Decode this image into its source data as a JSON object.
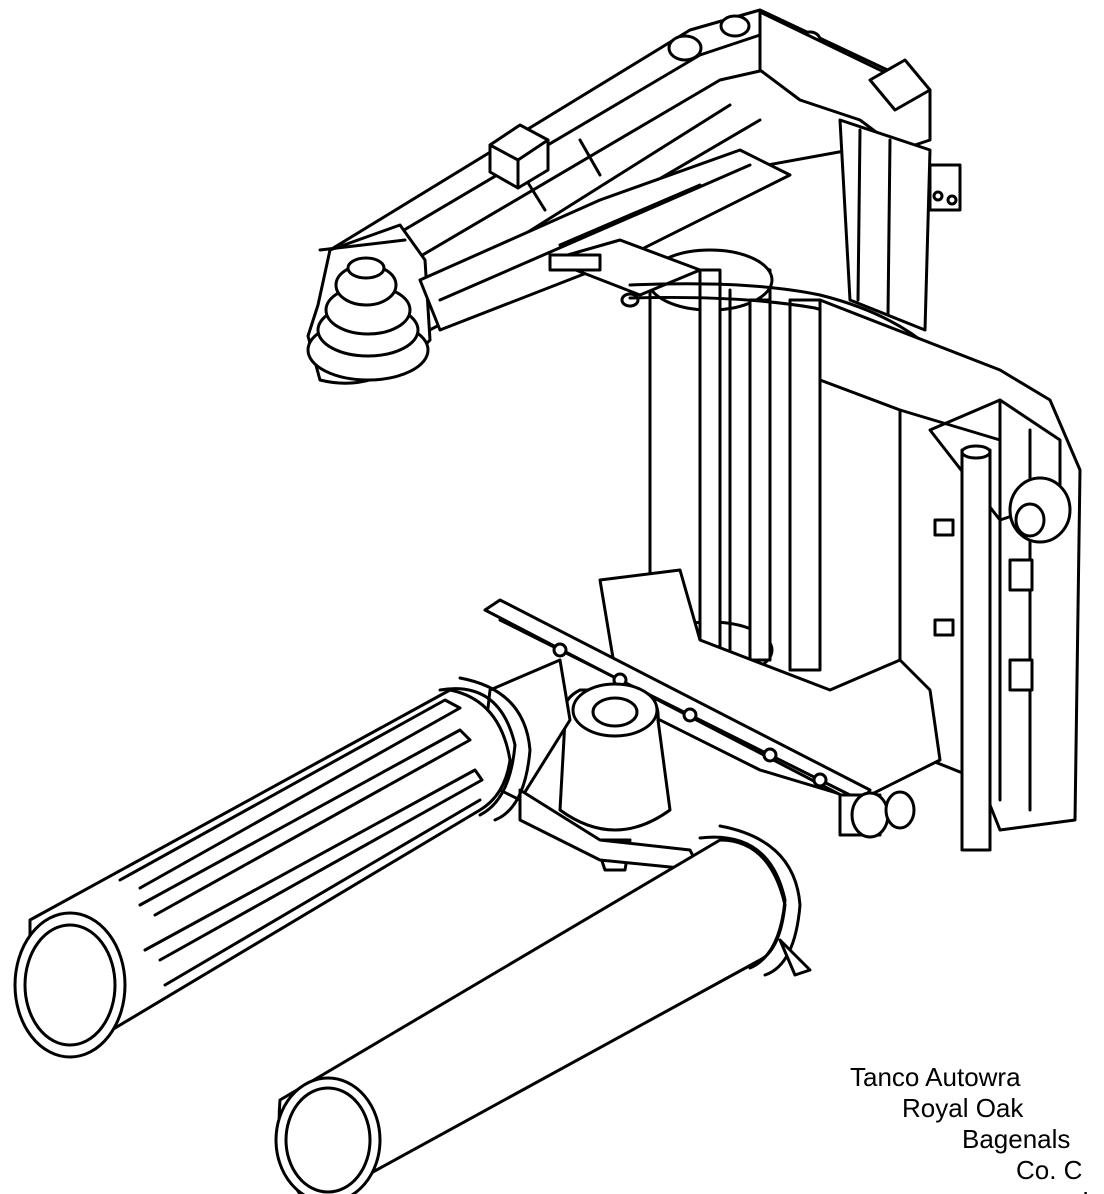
{
  "figure": {
    "subject": "bale wrapper machine line drawing",
    "line_color": "#000000",
    "fill_color": "#ffffff"
  },
  "address": {
    "line1": "Tanco Autowra",
    "line2": "Royal Oak",
    "line3": "Bagenals",
    "line4": "Co. C",
    "line5": "I"
  }
}
